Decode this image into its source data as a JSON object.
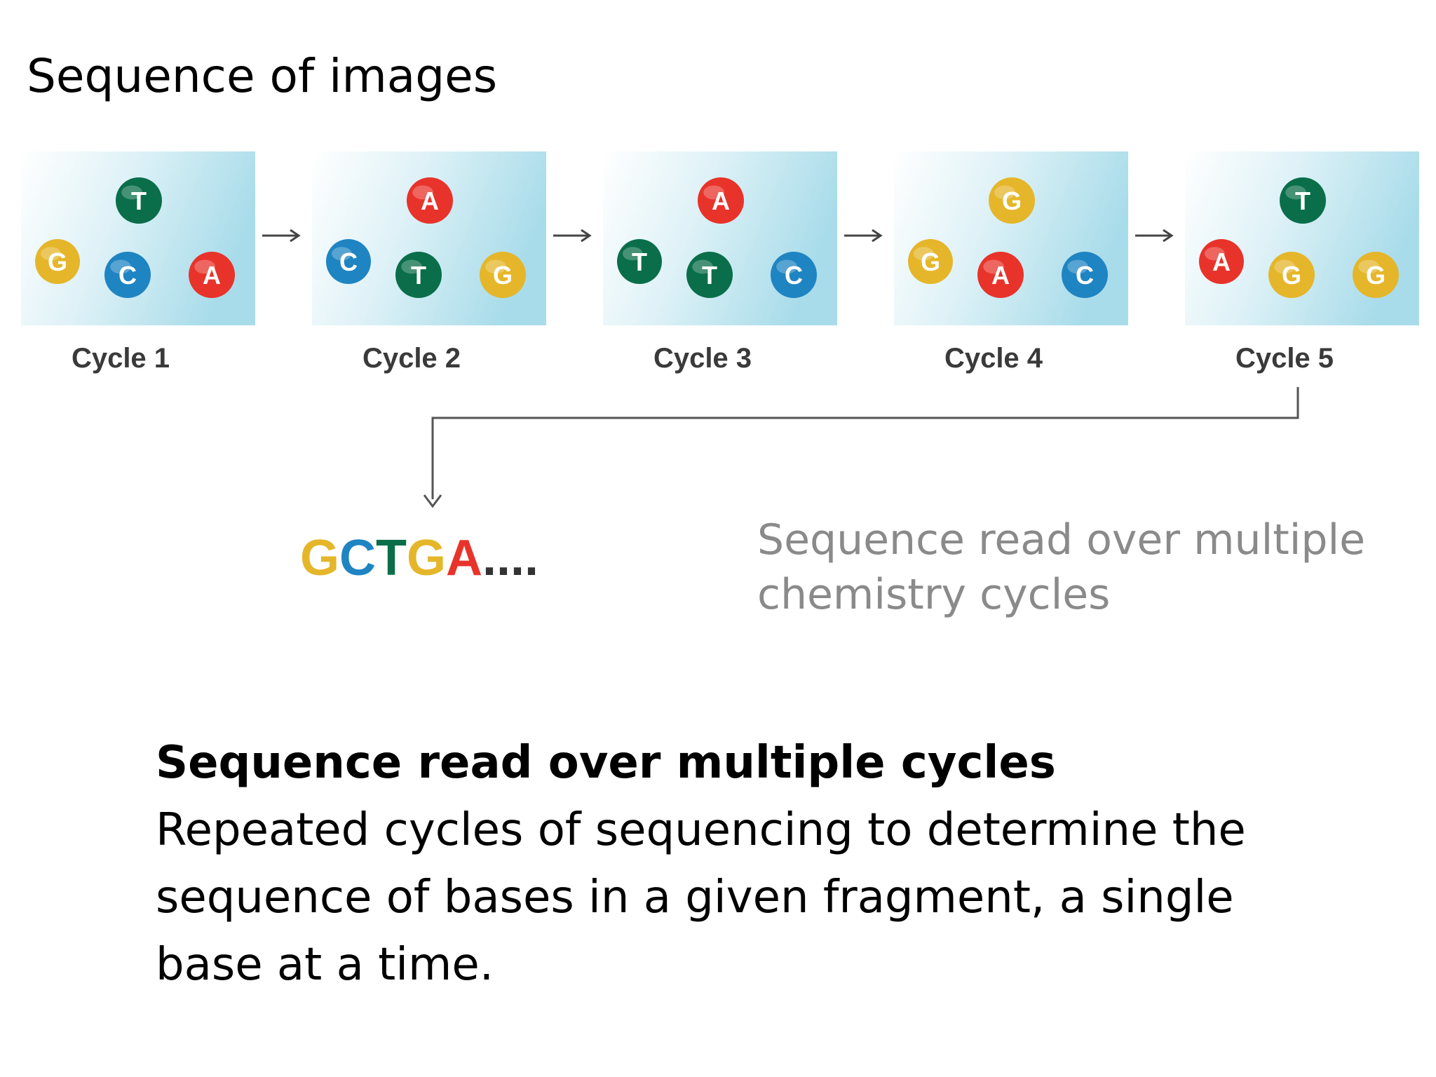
{
  "title": "Sequence of images",
  "colors": {
    "A": "#e8332b",
    "C": "#1f84c2",
    "G": "#e5b62a",
    "T": "#0a6e4a",
    "panel_bg": "#bfe5ef",
    "caption": "#8a8a8a"
  },
  "cycles": [
    {
      "label": "Cycle 1",
      "bases": [
        "T",
        "G",
        "C",
        "A"
      ]
    },
    {
      "label": "Cycle 2",
      "bases": [
        "A",
        "C",
        "T",
        "G"
      ]
    },
    {
      "label": "Cycle 3",
      "bases": [
        "A",
        "T",
        "T",
        "C"
      ]
    },
    {
      "label": "Cycle 4",
      "bases": [
        "G",
        "G",
        "A",
        "C"
      ]
    },
    {
      "label": "Cycle 5",
      "bases": [
        "T",
        "A",
        "G",
        "G"
      ]
    }
  ],
  "read": {
    "letters": [
      "G",
      "C",
      "T",
      "G",
      "A"
    ],
    "ellipsis": "...."
  },
  "caption": {
    "line1": "Sequence read over multiple",
    "line2": "chemistry cycles"
  },
  "text": {
    "heading": "Sequence read over multiple cycles",
    "body": "Repeated cycles of sequencing to determine the sequence of bases in a given fragment, a single base at a time."
  }
}
